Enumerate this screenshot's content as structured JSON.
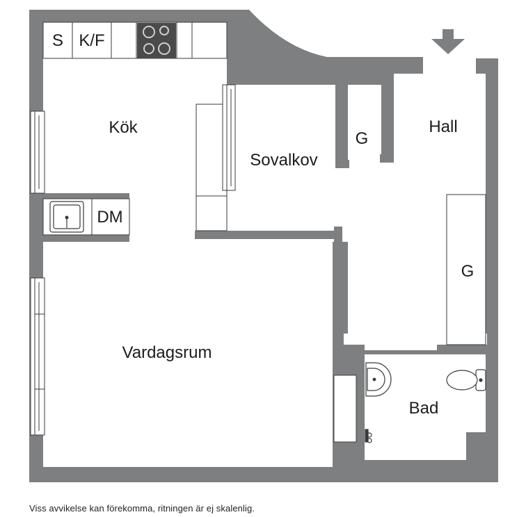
{
  "colors": {
    "wall": "#7d7f81",
    "wall_stroke": "#5e6062",
    "floor": "#ffffff",
    "line": "#3a3a3a"
  },
  "rooms": {
    "kitchen": "Kök",
    "alcove": "Sovalkov",
    "hall": "Hall",
    "living": "Vardagsrum",
    "bath": "Bad"
  },
  "fixtures": {
    "sink_label": "S",
    "fridge_freezer": "K/F",
    "dishwasher": "DM",
    "wardrobe_hall": "G",
    "wardrobe_alcove": "G"
  },
  "entrance_icon": "entrance-arrow-icon",
  "disclaimer": "Viss avvikelse kan förekomma, ritningen är ej skalenlig."
}
